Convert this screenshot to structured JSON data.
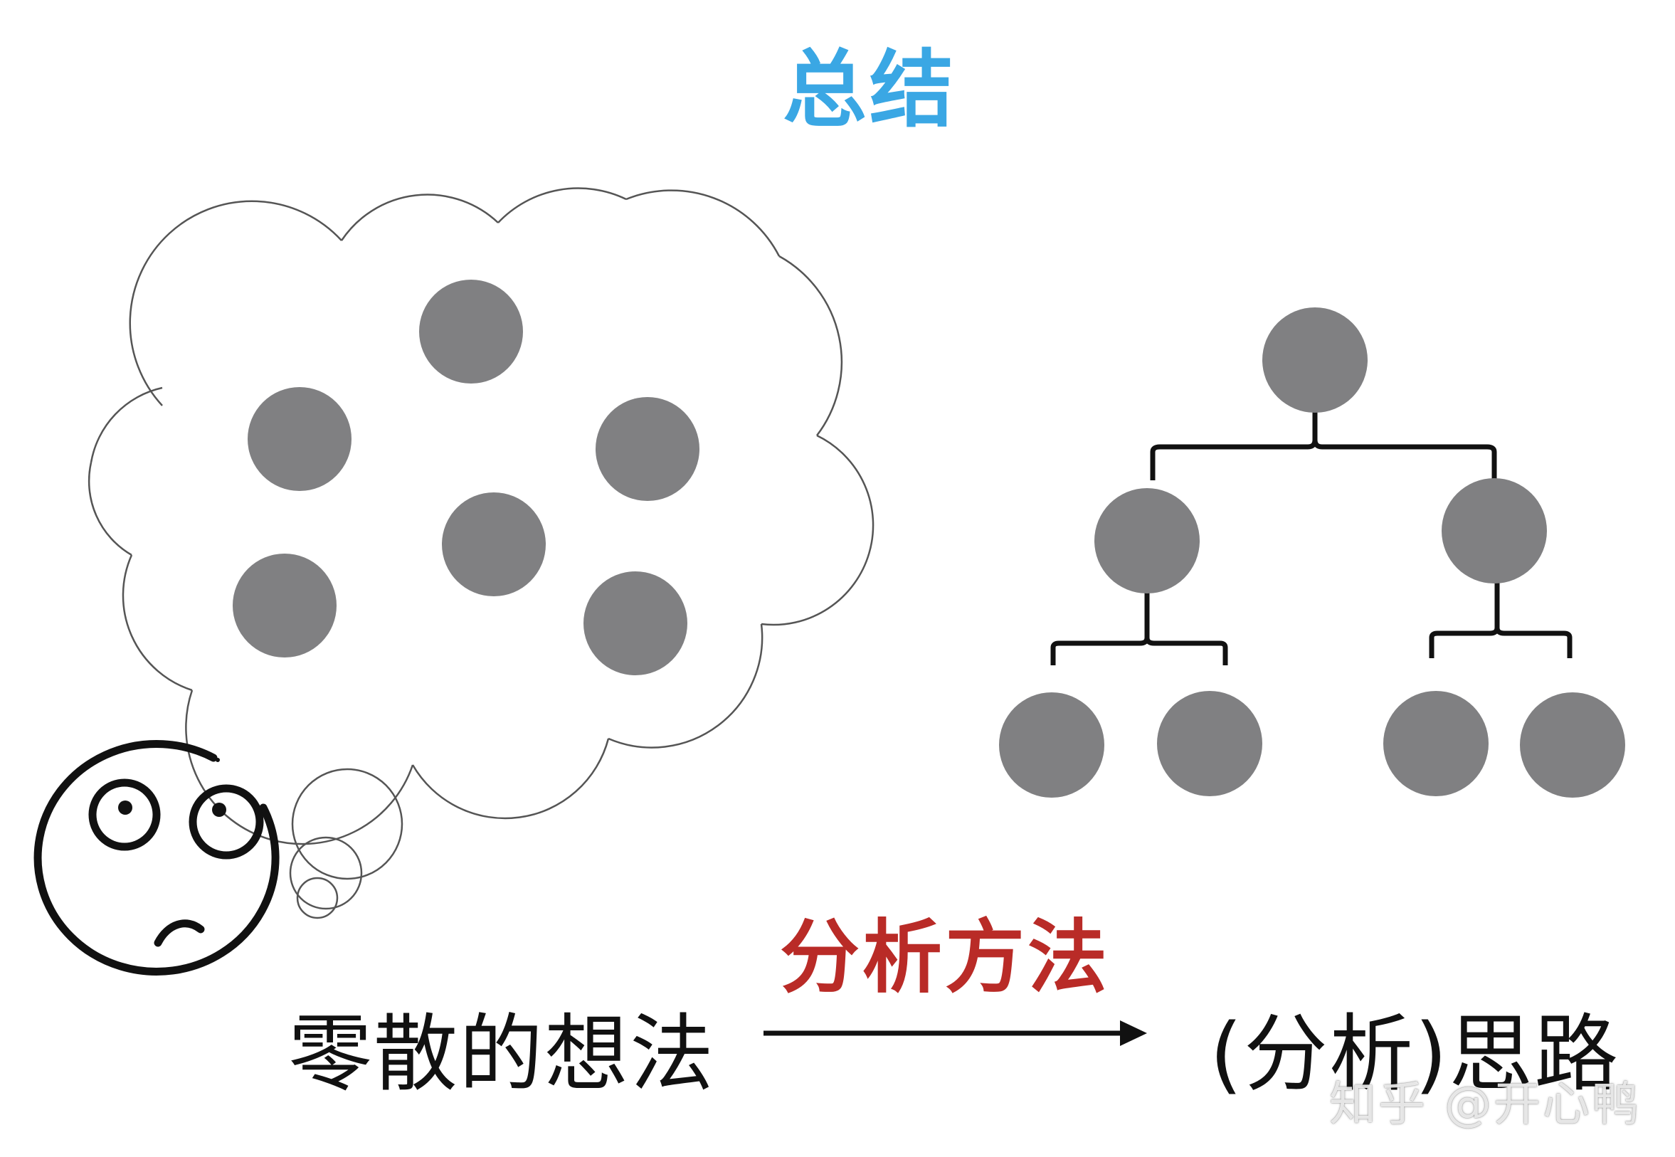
{
  "diagram": {
    "title": "总结",
    "method_label": "分析方法",
    "left_label": "零散的想法",
    "right_label": "(分析)思路",
    "watermark": "知乎 @开心鸭"
  },
  "colors": {
    "title": "#3aa7e4",
    "method": "#b92b27",
    "node": "#808082",
    "line": "#111111"
  },
  "icons": {
    "thought_cloud": "thought-cloud-icon",
    "face": "puzzled-face-icon",
    "arrow": "right-arrow-icon"
  }
}
